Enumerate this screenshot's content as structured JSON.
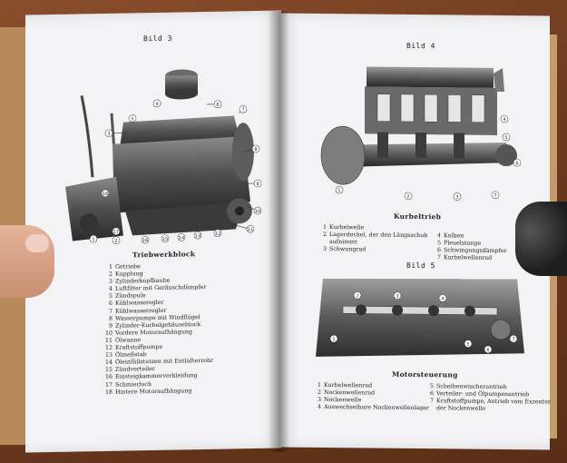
{
  "left_page": {
    "figure_label": "Bild 3",
    "caption": "Triebwerkblock",
    "legend": [
      {
        "n": "1",
        "text": "Getriebe"
      },
      {
        "n": "2",
        "text": "Kupplung"
      },
      {
        "n": "3",
        "text": "Zylinderkopfhaube"
      },
      {
        "n": "4",
        "text": "Luftfilter mit Geräuschdämpfer"
      },
      {
        "n": "5",
        "text": "Zündspule"
      },
      {
        "n": "6",
        "text": "Kühlwasseregler"
      },
      {
        "n": "7",
        "text": "Kühlwasserregler"
      },
      {
        "n": "8",
        "text": "Wasserpumpe mit Windflügel"
      },
      {
        "n": "9",
        "text": "Zylinder-Kurbelgehäuseblock"
      },
      {
        "n": "10",
        "text": "Vordere Motoraufhängung"
      },
      {
        "n": "11",
        "text": "Ölwanne"
      },
      {
        "n": "12",
        "text": "Kraftstoffpumpe"
      },
      {
        "n": "13",
        "text": "Ölmeßstab"
      },
      {
        "n": "14",
        "text": "Öleinfüllstutzen mit Entlüfterrohr"
      },
      {
        "n": "15",
        "text": "Zündverteiler"
      },
      {
        "n": "16",
        "text": "Einsteigkammerverkleidung"
      },
      {
        "n": "17",
        "text": "Schmierloch"
      },
      {
        "n": "18",
        "text": "Hintere Motoraufhängung"
      }
    ],
    "callouts": [
      "1",
      "2",
      "3",
      "4",
      "5",
      "6",
      "7",
      "8",
      "9",
      "10",
      "11",
      "12",
      "13",
      "14",
      "15",
      "16",
      "17",
      "18"
    ]
  },
  "right_page": {
    "figure4_label": "Bild 4",
    "figure4_caption": "Kurbeltrieb",
    "figure4_legend_left": [
      {
        "n": "1",
        "text": "Kurbelwelle"
      },
      {
        "n": "2",
        "text": "Lagerdeckel, der den Längsschub"
      },
      {
        "n": "",
        "text": "aufnimmt"
      },
      {
        "n": "3",
        "text": "Schwungrad"
      }
    ],
    "figure4_legend_right": [
      {
        "n": "4",
        "text": "Kolben"
      },
      {
        "n": "5",
        "text": "Pleuelstange"
      },
      {
        "n": "6",
        "text": "Schwingungsdämpfer"
      },
      {
        "n": "7",
        "text": "Kurbelwellenrad"
      }
    ],
    "figure4_callouts": [
      "1",
      "2",
      "3",
      "4",
      "5",
      "6",
      "7"
    ],
    "figure5_label": "Bild 5",
    "figure5_caption": "Motorsteuerung",
    "figure5_legend_left": [
      {
        "n": "1",
        "text": "Kurbelwellenrad"
      },
      {
        "n": "2",
        "text": "Nockenwellenrad"
      },
      {
        "n": "3",
        "text": "Nockenwelle"
      },
      {
        "n": "4",
        "text": "Auswechselbare Nockenwellenlager"
      }
    ],
    "figure5_legend_right": [
      {
        "n": "5",
        "text": "Scheibenwischerantrieb"
      },
      {
        "n": "6",
        "text": "Verteiler- und Ölpumpenantrieb"
      },
      {
        "n": "7",
        "text": "Kraftstoffpumpe, Antrieb vom Exzenter"
      },
      {
        "n": "",
        "text": "der Nockenwelle"
      }
    ],
    "figure5_callouts": [
      "1",
      "2",
      "3",
      "4",
      "5",
      "6",
      "7"
    ]
  },
  "colors": {
    "page": "#f3f3f5",
    "table": "#6e3a1f",
    "ink": "#1d1d1d",
    "engine": "#4a4a4a"
  }
}
